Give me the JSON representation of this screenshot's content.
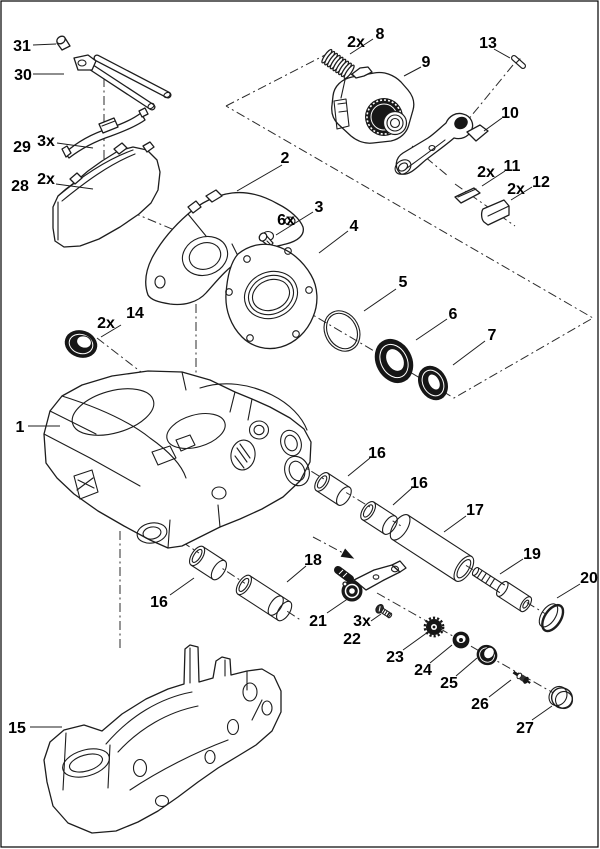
{
  "figure": {
    "background": "#ffffff",
    "line_color": "#1d1d1d",
    "dark_fill": "#161616",
    "callouts": {
      "n1": "1",
      "n2": "2",
      "n3": "3",
      "n4": "4",
      "n5": "5",
      "n6": "6",
      "n7": "7",
      "n8": "8",
      "n9": "9",
      "n10": "10",
      "n11": "11",
      "n12": "12",
      "n13": "13",
      "n14": "14",
      "n15": "15",
      "n16": "16",
      "n17": "17",
      "n18": "18",
      "n19": "19",
      "n20": "20",
      "n21": "21",
      "n22": "22",
      "n23": "23",
      "n24": "24",
      "n25": "25",
      "n26": "26",
      "n27": "27",
      "n28": "28",
      "n29": "29",
      "n30": "30",
      "n31": "31",
      "q3": "6x",
      "q8": "2x",
      "q11": "2x",
      "q12": "2x",
      "q14": "2x",
      "q22": "3x",
      "q28": "2x",
      "q29": "3x"
    }
  }
}
